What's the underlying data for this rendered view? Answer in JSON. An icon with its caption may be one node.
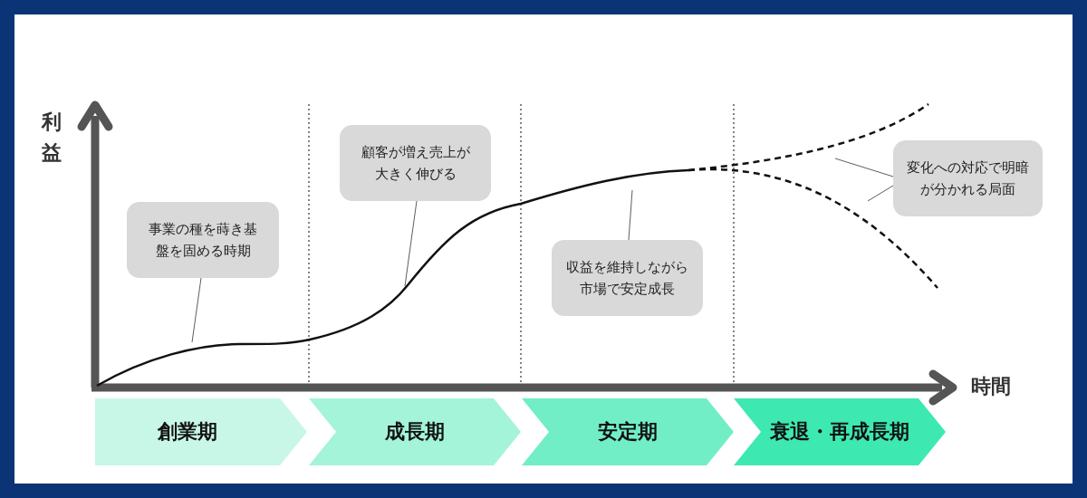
{
  "diagram": {
    "nodes": [
      {
        "text": [
          "事業の種を蒔き基盤を固める時期"
        ]
      },
      {
        "text": [
          "顧客が増え売上が大きく伸びる"
        ]
      },
      {
        "text": [
          "収益を維持しながら市場で安定成長"
        ]
      },
      {
        "text": [
          "変化への対応で明暗が分かれる局面"
        ]
      },
      {
        "text": [
          "創業期"
        ]
      },
      {
        "text": [
          "成長期"
        ]
      },
      {
        "text": [
          "安定期"
        ]
      },
      {
        "text": [
          "衰退・再成長期"
        ]
      }
    ],
    "edges": [
      {
        "from": 0,
        "to": null,
        "arrow": "none"
      },
      {
        "from": 1,
        "to": null,
        "arrow": "none"
      },
      {
        "from": 2,
        "to": null,
        "arrow": "none"
      },
      {
        "from": 3,
        "to": null,
        "arrow": "none"
      },
      {
        "from": 3,
        "to": null,
        "arrow": "none"
      }
    ],
    "labels": [
      "利益",
      "時間"
    ]
  }
}
